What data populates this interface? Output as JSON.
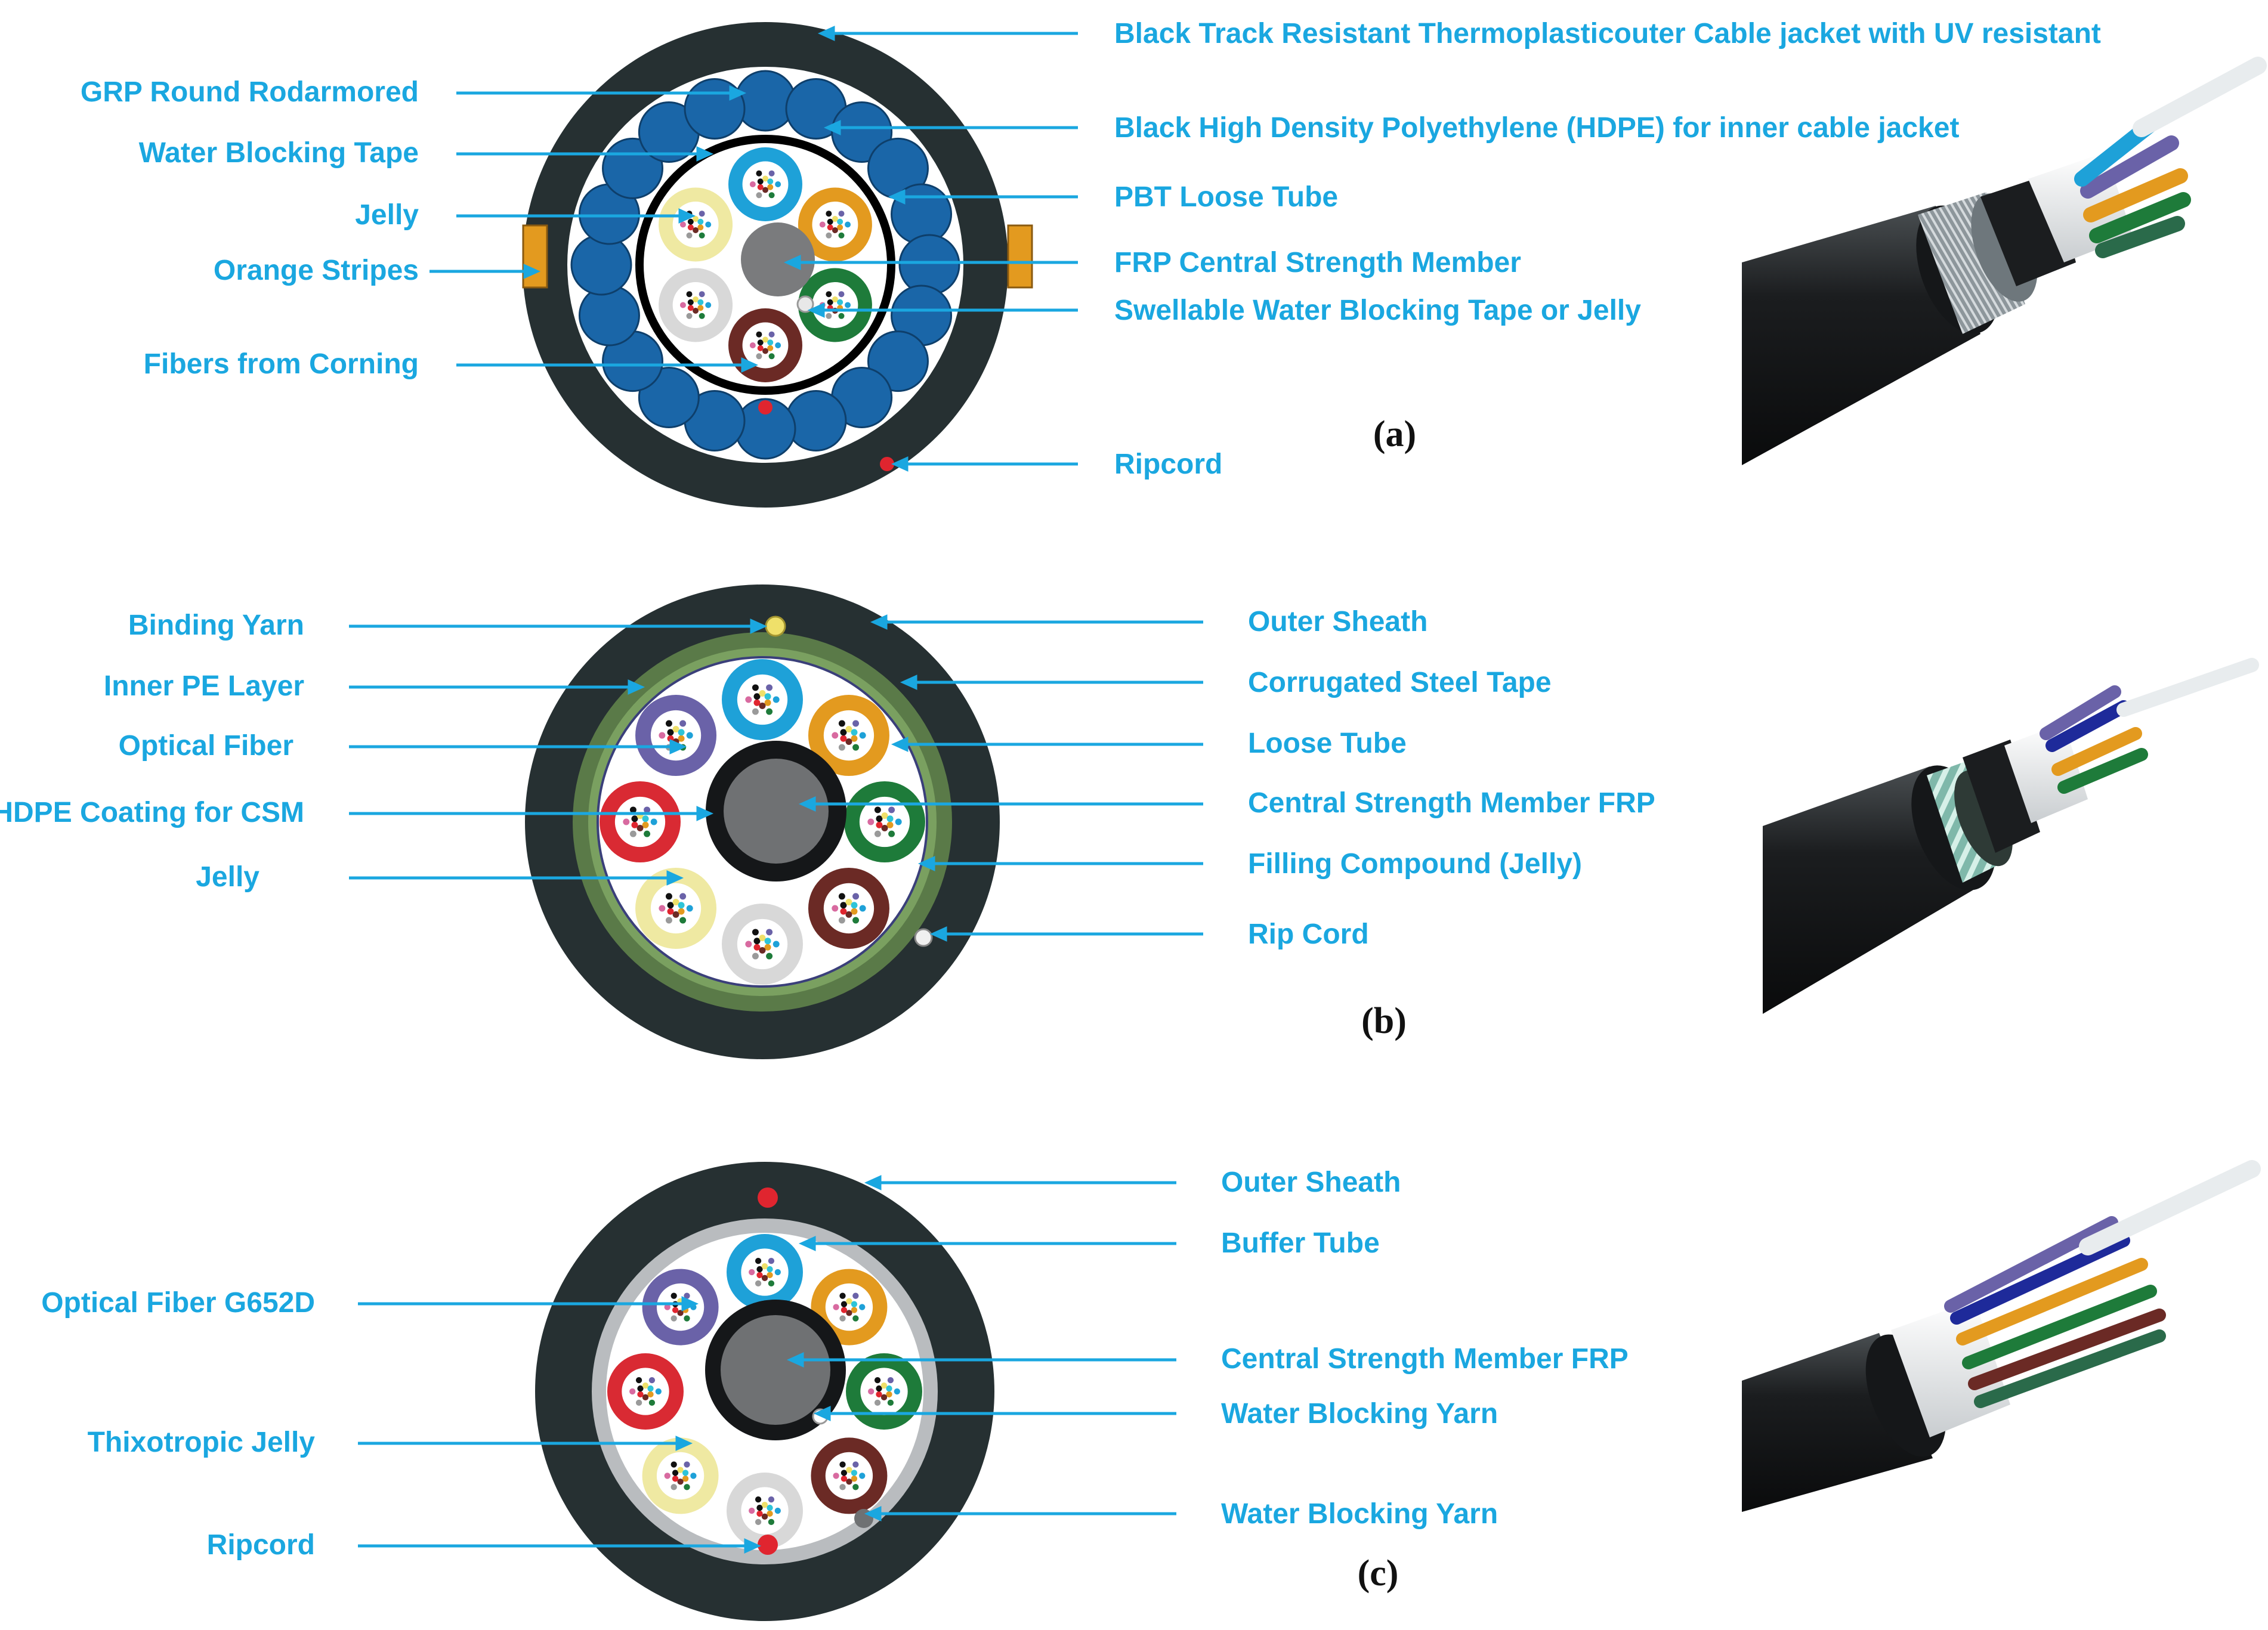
{
  "colors": {
    "label": "#1aa7e0",
    "leader": "#1aa7e0",
    "jacket": "#263032",
    "armor_rod": "#1a66a8",
    "hdpe_ring": "#000000",
    "corrugated_steel": "#5a7a48",
    "orange_stripe": "#e39a1f",
    "ripcord": "#e0252f"
  },
  "tube_colors": [
    "#1ea1d8",
    "#e39a1f",
    "#1e7b3a",
    "#6b2a25",
    "#d8d8d8",
    "#efe9a2",
    "#d92a33",
    "#6a62a8"
  ],
  "panels": [
    {
      "id": "a",
      "caption": "(a)",
      "left_labels": [
        "GRP Round Rodarmored",
        "Water Blocking Tape",
        "Jelly",
        "Orange Stripes",
        "Fibers from Corning"
      ],
      "right_labels": [
        "Black Track Resistant Thermoplasticouter Cable jacket with UV resistant",
        "Black High Density Polyethylene (HDPE) for inner cable jacket",
        "PBT Loose Tube",
        "FRP Central Strength Member",
        "Swellable Water Blocking Tape or Jelly",
        "Ripcord"
      ]
    },
    {
      "id": "b",
      "caption": "(b)",
      "left_labels": [
        "Binding Yarn",
        "Inner PE Layer",
        "Optical Fiber",
        "HDPE Coating for CSM",
        "Jelly"
      ],
      "right_labels": [
        "Outer Sheath",
        "Corrugated Steel Tape",
        "Loose Tube",
        "Central Strength Member FRP",
        "Filling Compound (Jelly)",
        "Rip Cord"
      ]
    },
    {
      "id": "c",
      "caption": "(c)",
      "left_labels": [
        "Optical Fiber G652D",
        "Thixotropic Jelly",
        "Ripcord"
      ],
      "right_labels": [
        "Outer Sheath",
        "Buffer Tube",
        "Central Strength Member FRP",
        "Water Blocking Yarn",
        "Water Blocking Yarn"
      ]
    }
  ]
}
